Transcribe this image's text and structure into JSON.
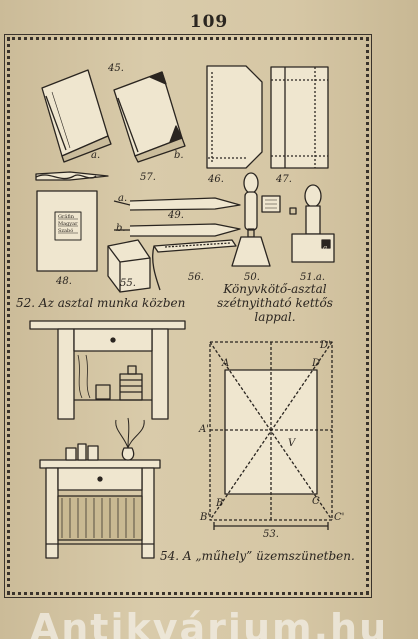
{
  "page": {
    "number": "109"
  },
  "figures": {
    "f45": {
      "num": "45.",
      "a": "a.",
      "b": "b."
    },
    "f46": {
      "num": "46."
    },
    "f47": {
      "num": "47."
    },
    "f57": {
      "num": "57."
    },
    "f48": {
      "num": "48.",
      "label_lines": [
        "Gräfin",
        "Magyar",
        "Szabó"
      ]
    },
    "f49": {
      "num": "49.",
      "a": "a.",
      "b": "b."
    },
    "f50": {
      "num": "50."
    },
    "f51": {
      "num": "51.a.",
      "sub": "a."
    },
    "f55": {
      "num": "55."
    },
    "f56": {
      "num": "56."
    },
    "f52": {
      "caption": "52. Az asztal munka közben"
    },
    "title_block": {
      "lines": [
        "Könyvkötő-asztal",
        "szétnyitható kettős",
        "lappal."
      ]
    },
    "f53": {
      "num": "53.",
      "letters": [
        "A",
        "D",
        "D'",
        "B",
        "B'",
        "C",
        "C'",
        "A'",
        "V"
      ]
    },
    "f54": {
      "caption": "54. A „műhely” üzemszünetben."
    }
  },
  "watermark": {
    "text": "Antikvárium.hu"
  },
  "colors": {
    "paper": "#d6c7a5",
    "ink": "#2a2520"
  }
}
